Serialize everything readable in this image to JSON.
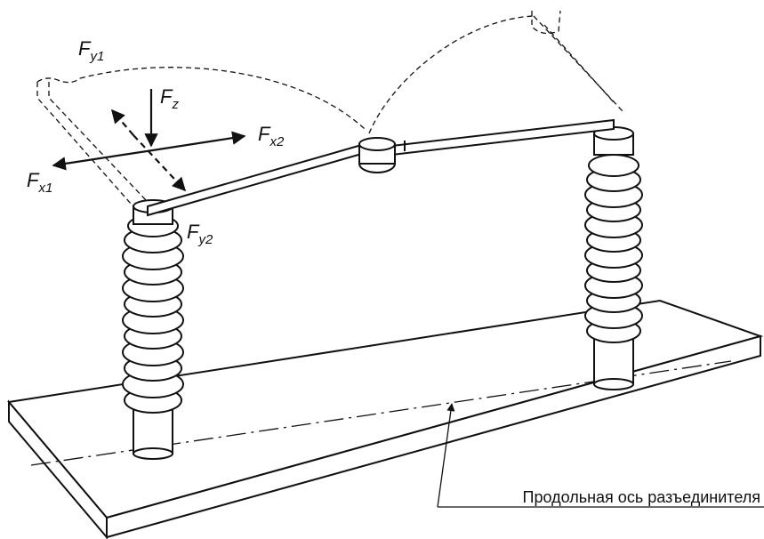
{
  "diagram": {
    "labels": {
      "fy1": {
        "main": "F",
        "sub": "y1"
      },
      "fz": {
        "main": "F",
        "sub": "z"
      },
      "fx2": {
        "main": "F",
        "sub": "x2"
      },
      "fx1": {
        "main": "F",
        "sub": "x1"
      },
      "fy2": {
        "main": "F",
        "sub": "y2"
      }
    },
    "axis_label": "Продольная ось разъединителя"
  }
}
